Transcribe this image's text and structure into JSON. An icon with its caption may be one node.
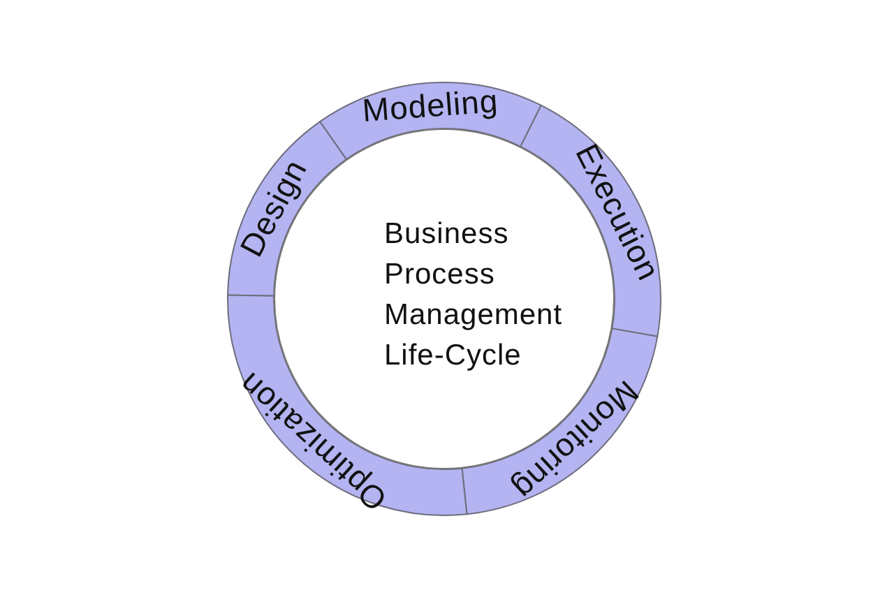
{
  "diagram": {
    "nodes": [
      {
        "text": [
          "Design"
        ]
      },
      {
        "text": [
          "Modeling"
        ]
      },
      {
        "text": [
          "Execution"
        ]
      },
      {
        "text": [
          "Monitoring"
        ]
      },
      {
        "text": [
          "Optimization"
        ]
      },
      {
        "text": [
          "Business Process Management Life-Cycle"
        ]
      }
    ]
  }
}
